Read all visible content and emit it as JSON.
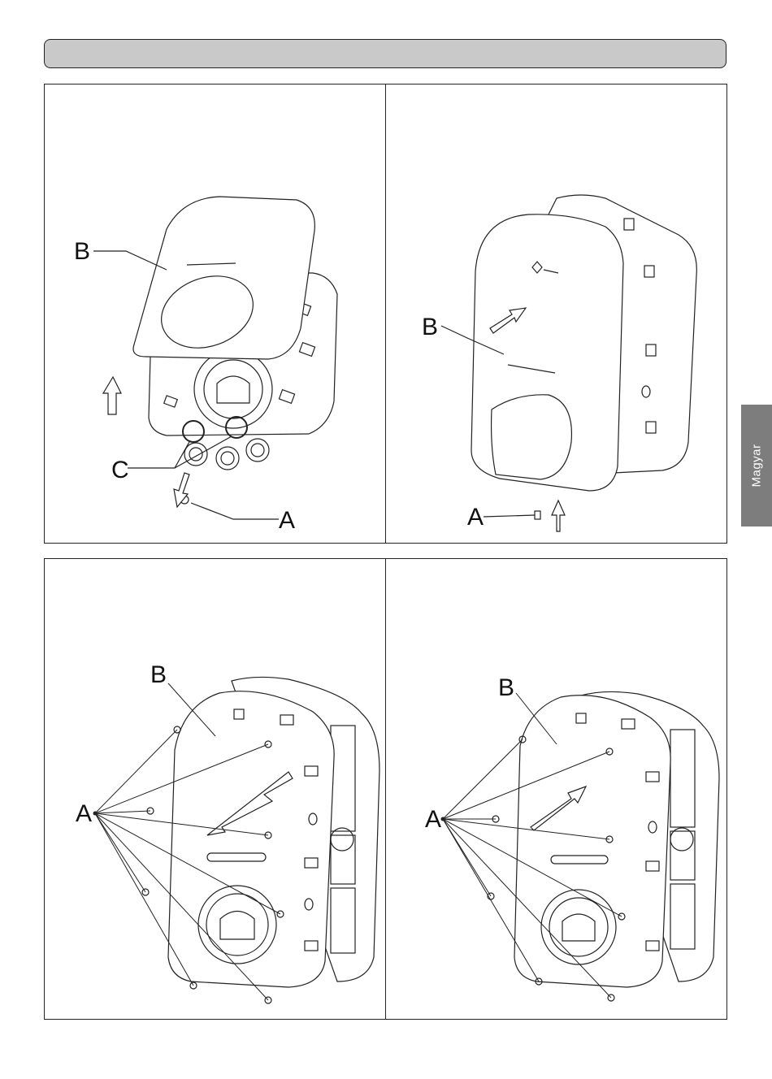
{
  "side_tab": {
    "language": "Magyar"
  },
  "figures": [
    {
      "labels": {
        "a": "A",
        "b": "B",
        "c": "C"
      }
    },
    {
      "labels": {
        "a": "A",
        "b": "B"
      }
    },
    {
      "labels": {
        "a": "A",
        "b": "B"
      }
    },
    {
      "labels": {
        "a": "A",
        "b": "B"
      }
    }
  ]
}
